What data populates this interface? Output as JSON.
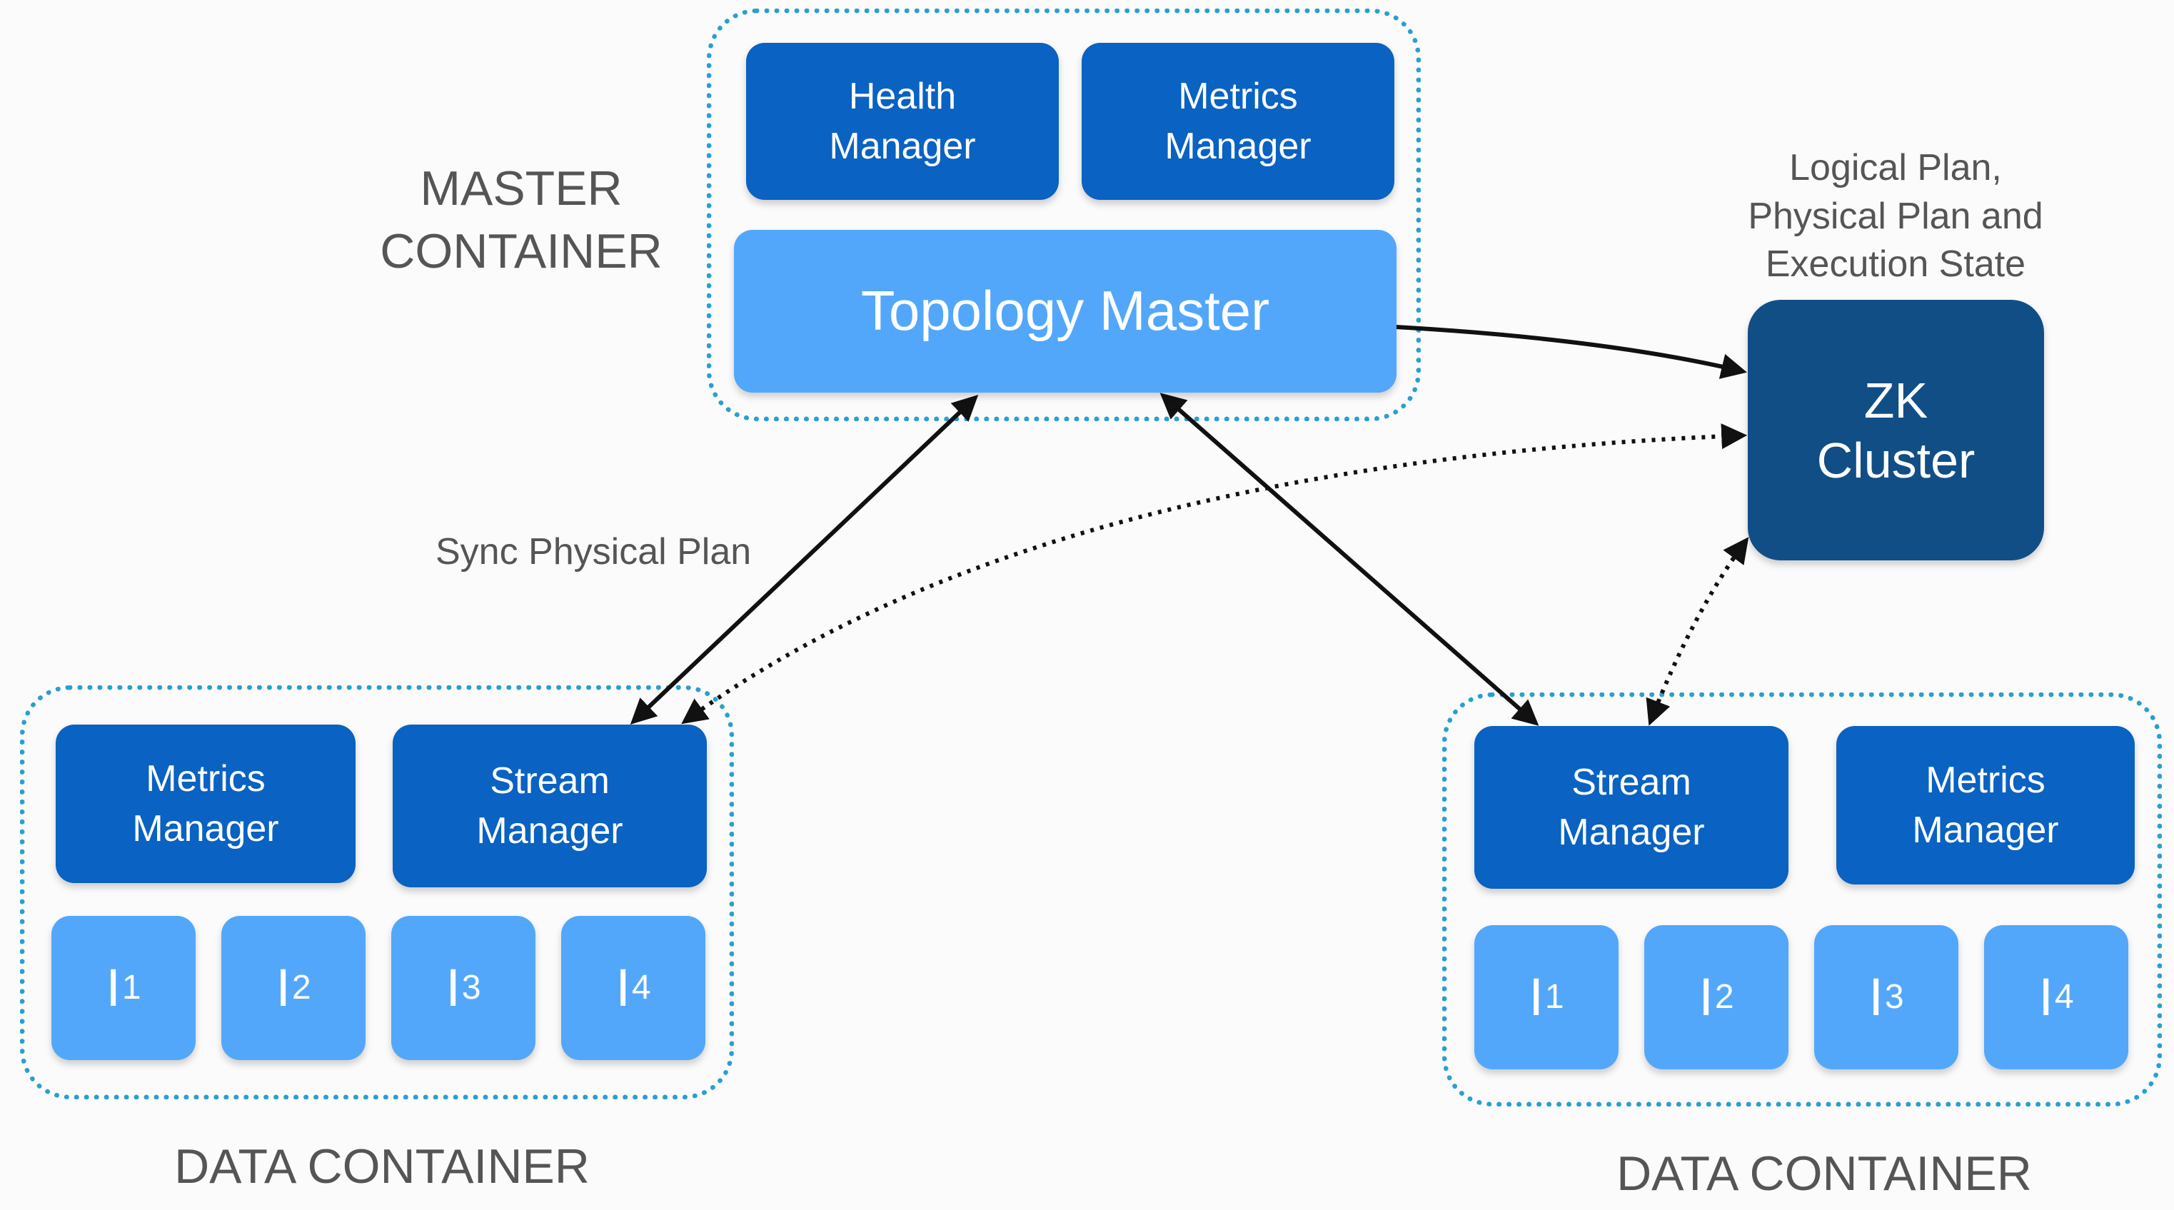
{
  "master": {
    "label": "MASTER\nCONTAINER",
    "health_manager": "Health\nManager",
    "metrics_manager": "Metrics\nManager",
    "topology_master": "Topology Master"
  },
  "zk": {
    "label": "ZK\nCluster",
    "note": "Logical Plan,\nPhysical Plan and\nExecution State"
  },
  "sync_label": "Sync Physical Plan",
  "left_container": {
    "label": "DATA CONTAINER",
    "metrics_manager": "Metrics\nManager",
    "stream_manager": "Stream\nManager",
    "instances": [
      {
        "base": "I",
        "sub": "1"
      },
      {
        "base": "I",
        "sub": "2"
      },
      {
        "base": "I",
        "sub": "3"
      },
      {
        "base": "I",
        "sub": "4"
      }
    ]
  },
  "right_container": {
    "label": "DATA CONTAINER",
    "stream_manager": "Stream\nManager",
    "metrics_manager": "Metrics\nManager",
    "instances": [
      {
        "base": "I",
        "sub": "1"
      },
      {
        "base": "I",
        "sub": "2"
      },
      {
        "base": "I",
        "sub": "3"
      },
      {
        "base": "I",
        "sub": "4"
      }
    ]
  },
  "colors": {
    "dark_box": "#0a62c2",
    "light_box": "#53a7fb",
    "zk_box": "#114e86",
    "dotted_border": "#2a9fd0",
    "label_text": "#555555"
  }
}
